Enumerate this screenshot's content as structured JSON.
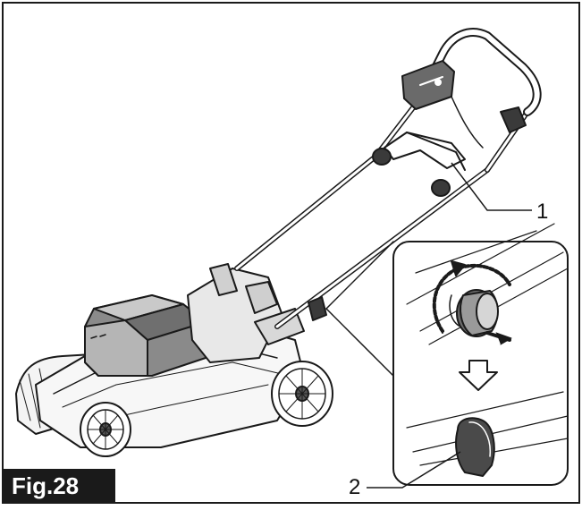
{
  "figure": {
    "label": "Fig.28"
  },
  "callouts": [
    {
      "number": "1",
      "target": "handle-lever"
    },
    {
      "number": "2",
      "target": "handle-knob"
    }
  ],
  "colors": {
    "line": "#1a1a1a",
    "fill_light": "#f2f2f2",
    "fill_mid": "#9a9a9a",
    "fill_dark": "#4a4a4a",
    "background": "#ffffff"
  },
  "icons": {
    "rotate_arrow": "rotate-counterclockwise-icon",
    "down_arrow": "down-arrow-icon"
  }
}
